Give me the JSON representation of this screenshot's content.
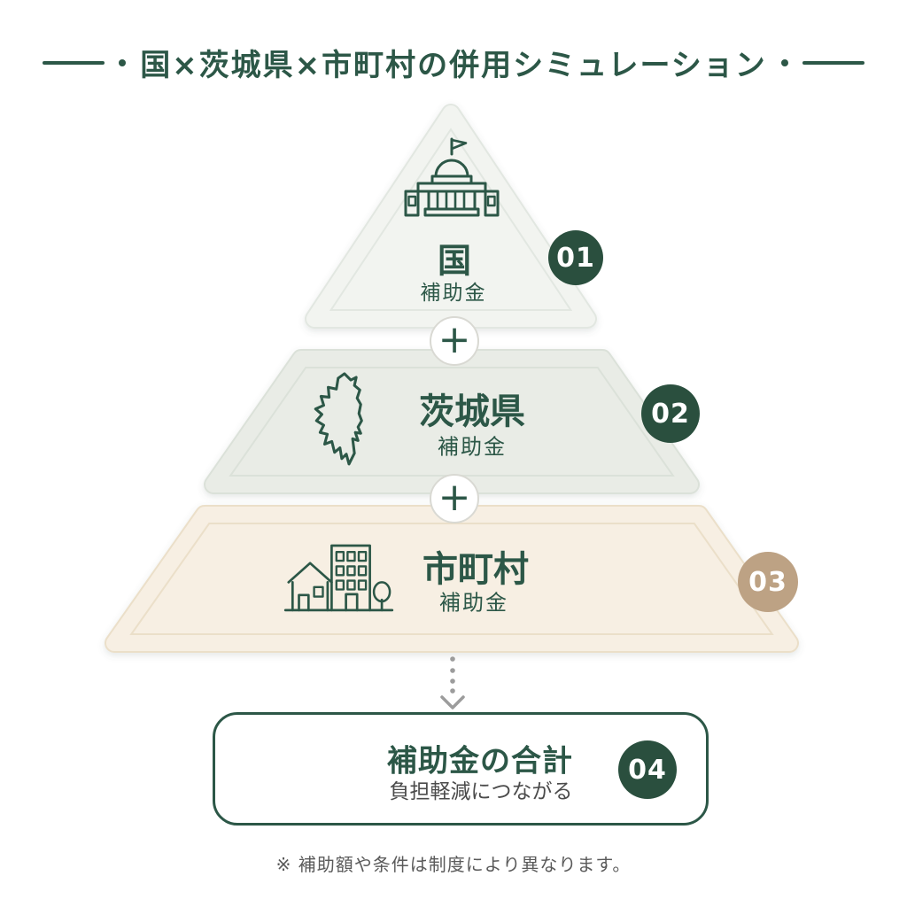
{
  "colors": {
    "primary_green": "#2c5747",
    "badge_green": "#2a4f3e",
    "badge_tan": "#bda284",
    "tier1_fill": "#f2f4f0",
    "tier1_border": "#e2e7e1",
    "tier2_fill": "#e9ece6",
    "tier2_border": "#dbe1d9",
    "tier3_fill": "#f7efe3",
    "tier3_border": "#ebdfc9",
    "arrow_gray": "#9c9c9c",
    "subtext_gray": "#4b4b4b",
    "footnote_gray": "#5a5a5a"
  },
  "title": {
    "text": "国×茨城県×市町村の併用シミュレーション"
  },
  "pyramid": {
    "tiers": [
      {
        "number": "01",
        "label": "国",
        "sublabel": "補助金",
        "icon": "government-building-icon"
      },
      {
        "number": "02",
        "label": "茨城県",
        "sublabel": "補助金",
        "icon": "ibaraki-map-icon"
      },
      {
        "number": "03",
        "label": "市町村",
        "sublabel": "補助金",
        "icon": "town-buildings-icon"
      }
    ],
    "connectors": [
      {
        "label": "+"
      },
      {
        "label": "+"
      }
    ]
  },
  "total": {
    "number": "04",
    "label": "補助金の合計",
    "sublabel": "負担軽減につながる",
    "icon": "battery-charging-icon"
  },
  "footnote": "※ 補助額や条件は制度により異なります。"
}
